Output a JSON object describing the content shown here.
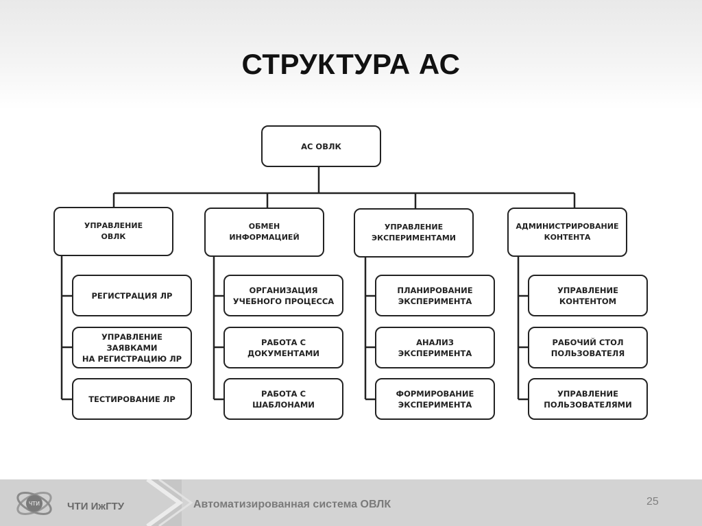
{
  "title": "СТРУКТУРА АС",
  "root": "АС ОВЛК",
  "categories": [
    {
      "label": "УПРАВЛЕНИЕ\nОВЛК",
      "items": [
        "РЕГИСТРАЦИЯ ЛР",
        "УПРАВЛЕНИЕ ЗАЯВКАМИ\nНА РЕГИСТРАЦИЮ ЛР",
        "ТЕСТИРОВАНИЕ ЛР"
      ]
    },
    {
      "label": "ОБМЕН\nИНФОРМАЦИЕЙ",
      "items": [
        "ОРГАНИЗАЦИЯ\nУЧЕБНОГО ПРОЦЕССА",
        "РАБОТА С\nДОКУМЕНТАМИ",
        "РАБОТА С\nШАБЛОНАМИ"
      ]
    },
    {
      "label": "УПРАВЛЕНИЕ\nЭКСПЕРИМЕНТАМИ",
      "items": [
        "ПЛАНИРОВАНИЕ\nЭКСПЕРИМЕНТА",
        "АНАЛИЗ\nЭКСПЕРИМЕНТА",
        "ФОРМИРОВАНИЕ\nЭКСПЕРИМЕНТА"
      ]
    },
    {
      "label": "АДМИНИСТРИРОВАНИЕ\nКОНТЕНТА",
      "items": [
        "УПРАВЛЕНИЕ\nКОНТЕНТОМ",
        "РАБОЧИЙ СТОЛ\nПОЛЬЗОВАТЕЛЯ",
        "УПРАВЛЕНИЕ\nПОЛЬЗОВАТЕЛЯМИ"
      ]
    }
  ],
  "footer": {
    "logo_text": "ЧТИ",
    "org": "ЧТИ ИжГТУ",
    "system": "Автоматизированная система ОВЛК",
    "page_number": "25"
  }
}
